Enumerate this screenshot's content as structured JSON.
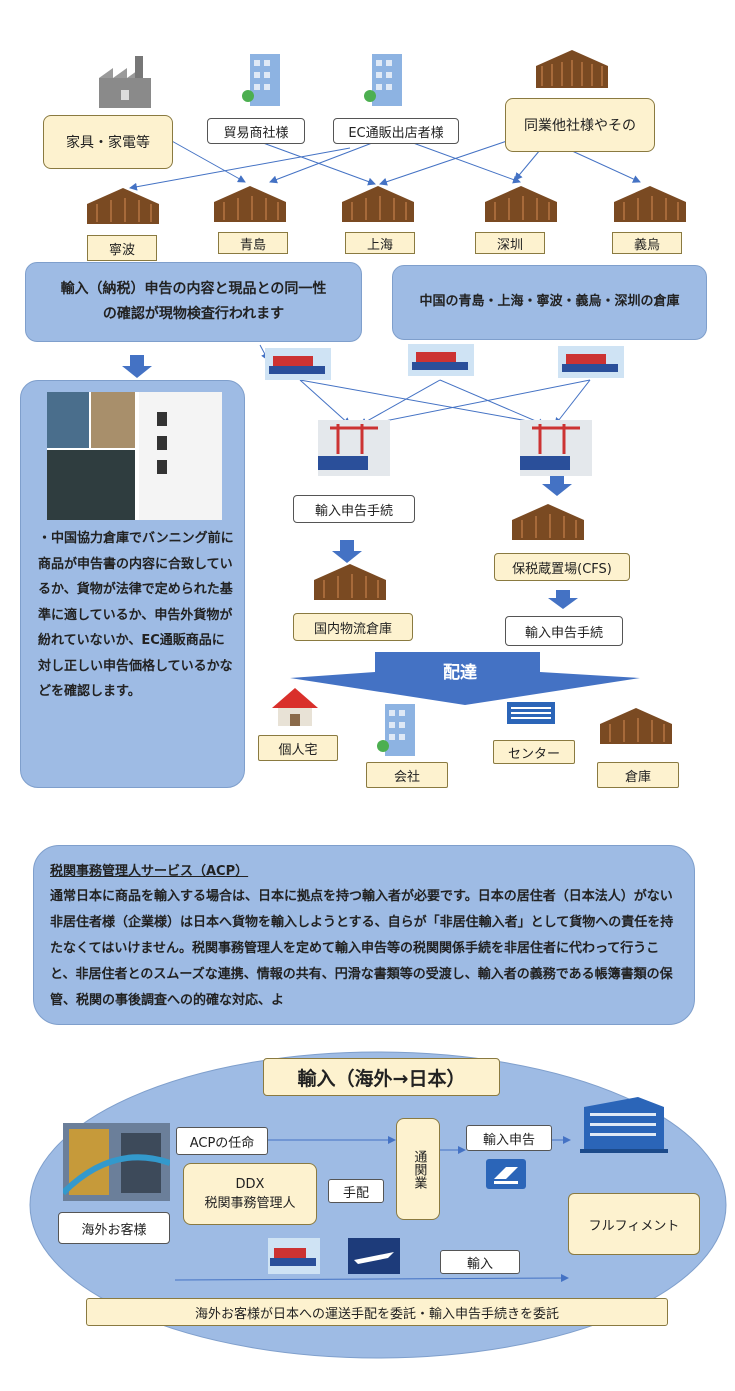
{
  "sources": {
    "furniture": "家具・家電等",
    "trading": "貿易商社様",
    "ec": "EC通販出店者様",
    "others": "同業他社様やその"
  },
  "warehouses": [
    "寧波",
    "青島",
    "上海",
    "深圳",
    "義烏"
  ],
  "inspection_note": "輸入（納税）申告の内容と現品との同一性の確認が現物検査行われます",
  "china_warehouses": "中国の青島・上海・寧波・義烏・深圳の倉庫",
  "check_text": "・中国協力倉庫でバンニング前に商品が申告書の内容に合致しているか、貨物が法律で定められた基準に適しているか、申告外貨物が紛れていないか、EC通販商品に対し正しい申告価格しているかなどを確認します。",
  "flow": {
    "import_declaration_left": "輸入申告手続",
    "domestic_warehouse": "国内物流倉庫",
    "bonded_area": "保税蔵置場(CFS)",
    "import_declaration_right": "輸入申告手続",
    "delivery": "配達"
  },
  "destinations": [
    "個人宅",
    "会社",
    "センター",
    "倉庫"
  ],
  "acp": {
    "title": "税関事務管理人サービス（ACP）",
    "body": "通常日本に商品を輸入する場合は、日本に拠点を持つ輸入者が必要です。日本の居住者（日本法人）がない非居住者様（企業様）は日本へ貨物を輸入しようとする、自らが「非居住輸入者」として貨物への責任を持たなくてはいけません。税関事務管理人を定めて輸入申告等の税関関係手続を非居住者に代わって行うこと、非居住者とのスムーズな連携、情報の共有、円滑な書類等の受渡し、輸入者の義務である帳簿書類の保管、税関の事後調査への的確な対応、よ"
  },
  "import_section": {
    "title": "輸入（海外→日本）",
    "acp_appoint": "ACPの任命",
    "ddx": "DDX",
    "ddx_role": "税関事務管理人",
    "arrange": "手配",
    "customs_broker": "通関業",
    "import_declaration": "輸入申告",
    "overseas_customer": "海外お客様",
    "fulfillment": "フルフィメント",
    "import": "輸入",
    "footer": "海外お客様が日本への運送手配を委託・輸入申告手続きを委託"
  },
  "colors": {
    "arrow_blue": "#4472c4",
    "panel_blue": "#9ebbe4",
    "warehouse_brown": "#7a4a22",
    "ellipse_blue": "#9ebbe4"
  }
}
